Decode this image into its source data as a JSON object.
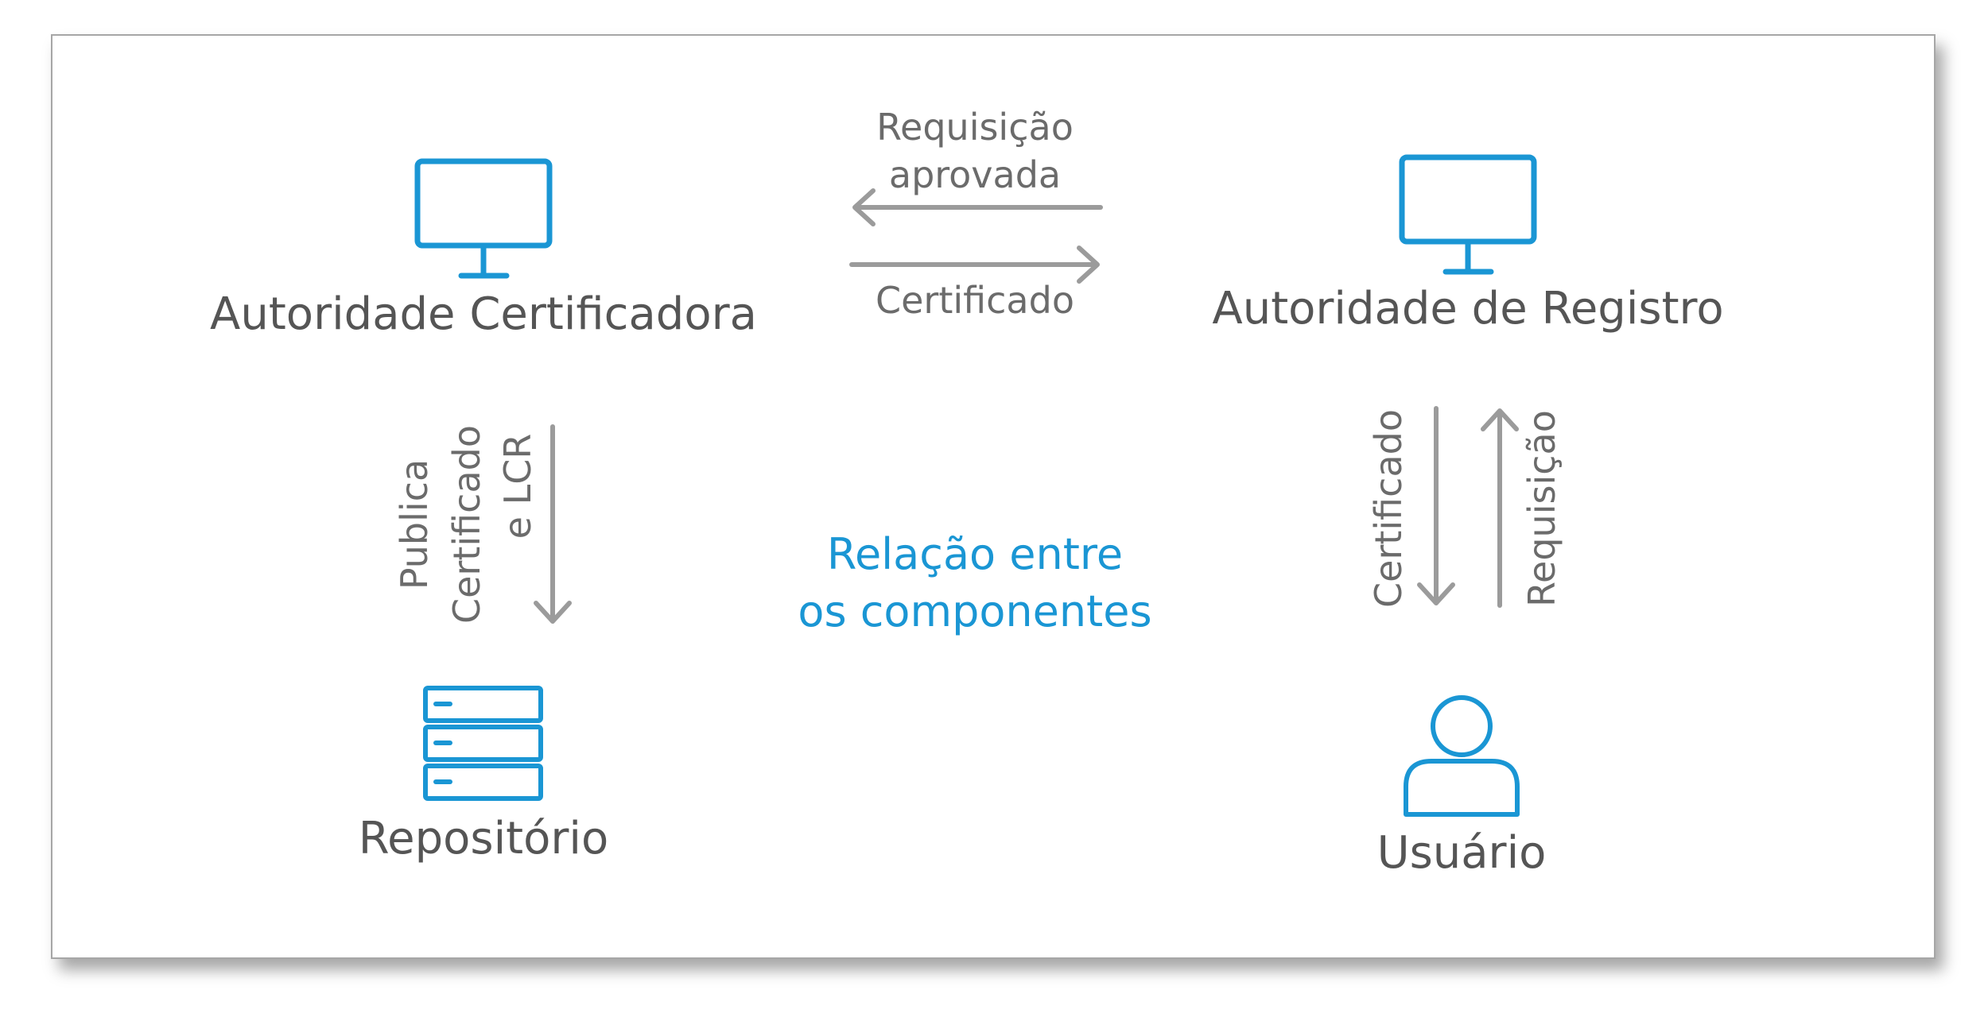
{
  "colors": {
    "accent": "#1a96d4",
    "arrow": "#9b9b9b",
    "text": "#555555"
  },
  "nodes": {
    "ca": {
      "label": "Autoridade Certificadora",
      "icon": "monitor-icon"
    },
    "ra": {
      "label": "Autoridade de Registro",
      "icon": "monitor-icon"
    },
    "repo": {
      "label": "Repositório",
      "icon": "server-stack-icon"
    },
    "user": {
      "label": "Usuário",
      "icon": "user-icon"
    }
  },
  "edges": {
    "ra_to_ca": {
      "line1": "Requisição",
      "line2": "aprovada"
    },
    "ca_to_ra": {
      "label": "Certificado"
    },
    "ca_to_repo": {
      "line1": "Publica",
      "line2": "Certificado",
      "line3": "e LCR"
    },
    "ra_to_user": {
      "label": "Certificado"
    },
    "user_to_ra": {
      "label": "Requisição"
    }
  },
  "center": {
    "line1": "Relação entre",
    "line2": "os componentes"
  }
}
